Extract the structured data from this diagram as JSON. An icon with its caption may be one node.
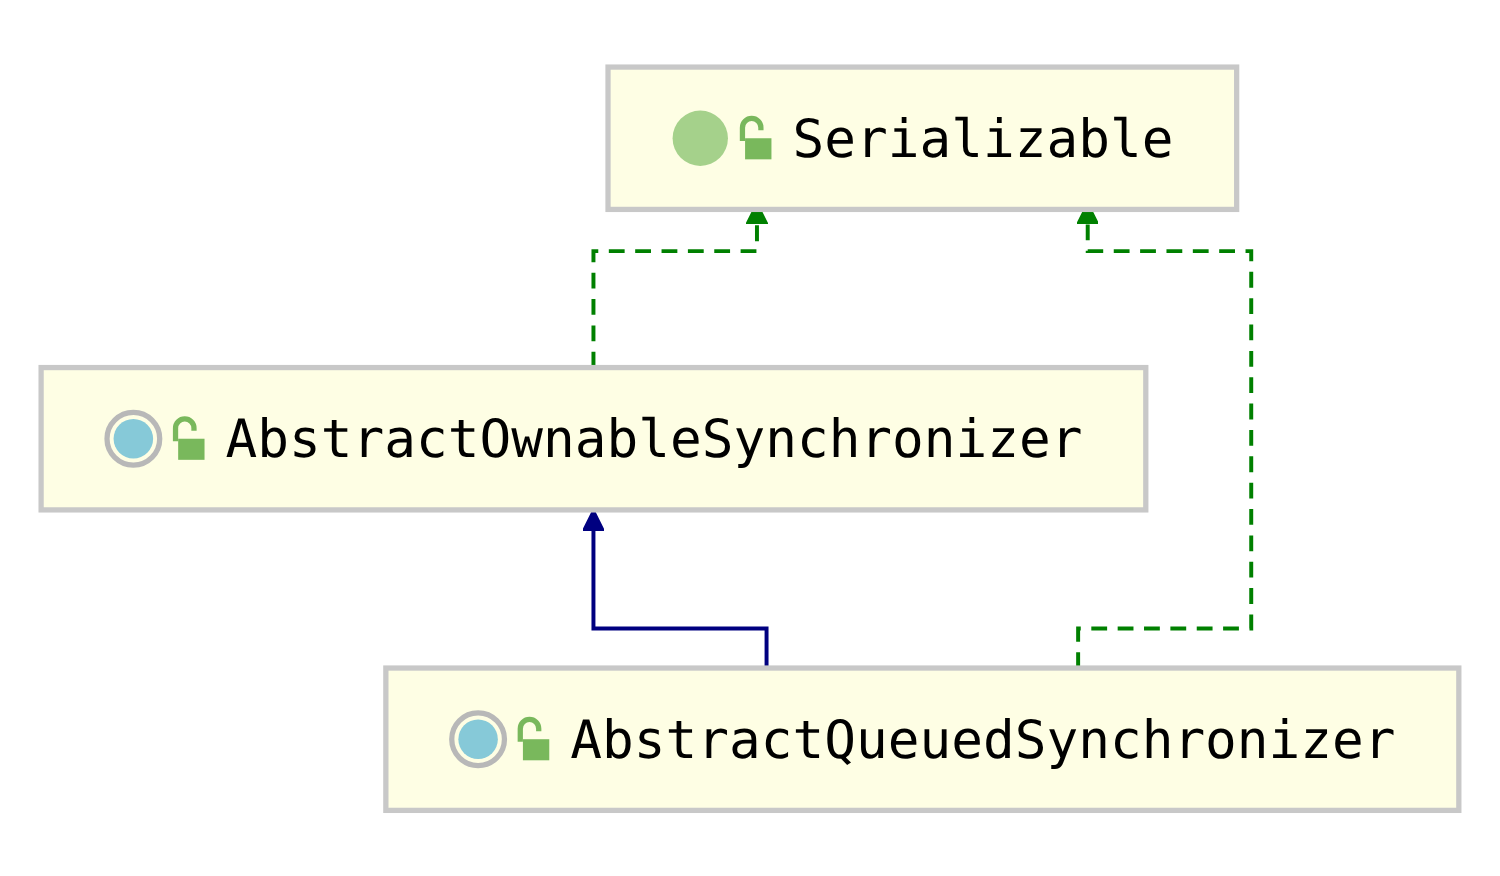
{
  "diagram": {
    "nodes": [
      {
        "text": [
          "Serializable"
        ]
      },
      {
        "text": [
          "AbstractOwnableSynchronizer"
        ]
      },
      {
        "text": [
          "AbstractQueuedSynchronizer"
        ]
      }
    ],
    "edges": [
      {
        "from": 1,
        "to": 0,
        "arrow": "to",
        "style": "dashed"
      },
      {
        "from": 2,
        "to": 1,
        "arrow": "to",
        "color": "#000080"
      },
      {
        "from": 2,
        "to": 0,
        "arrow": "to",
        "style": "dashed"
      }
    ]
  }
}
